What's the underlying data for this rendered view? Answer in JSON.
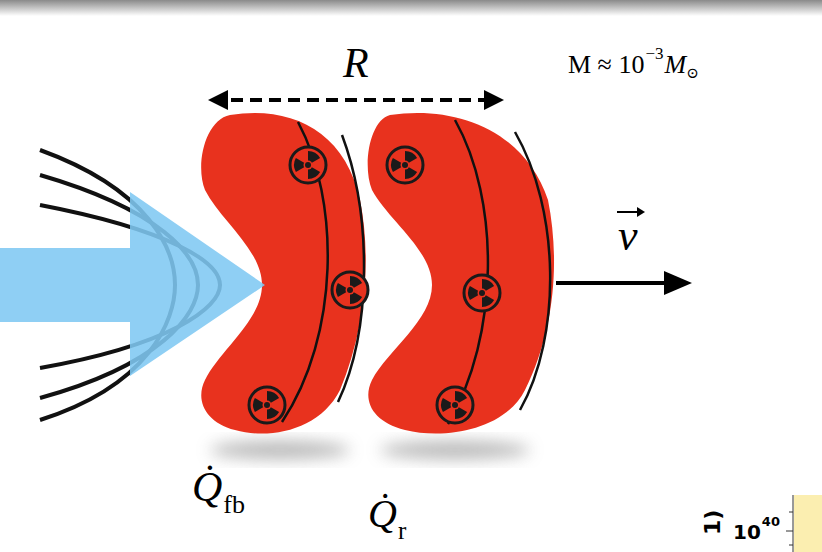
{
  "diagram": {
    "labels": [
      "R",
      "M ≈ 10",
      "−3",
      "M",
      "⊙",
      "v",
      "Q̇",
      "fb",
      "Q̇",
      "r",
      "1)",
      "10",
      "40"
    ]
  }
}
